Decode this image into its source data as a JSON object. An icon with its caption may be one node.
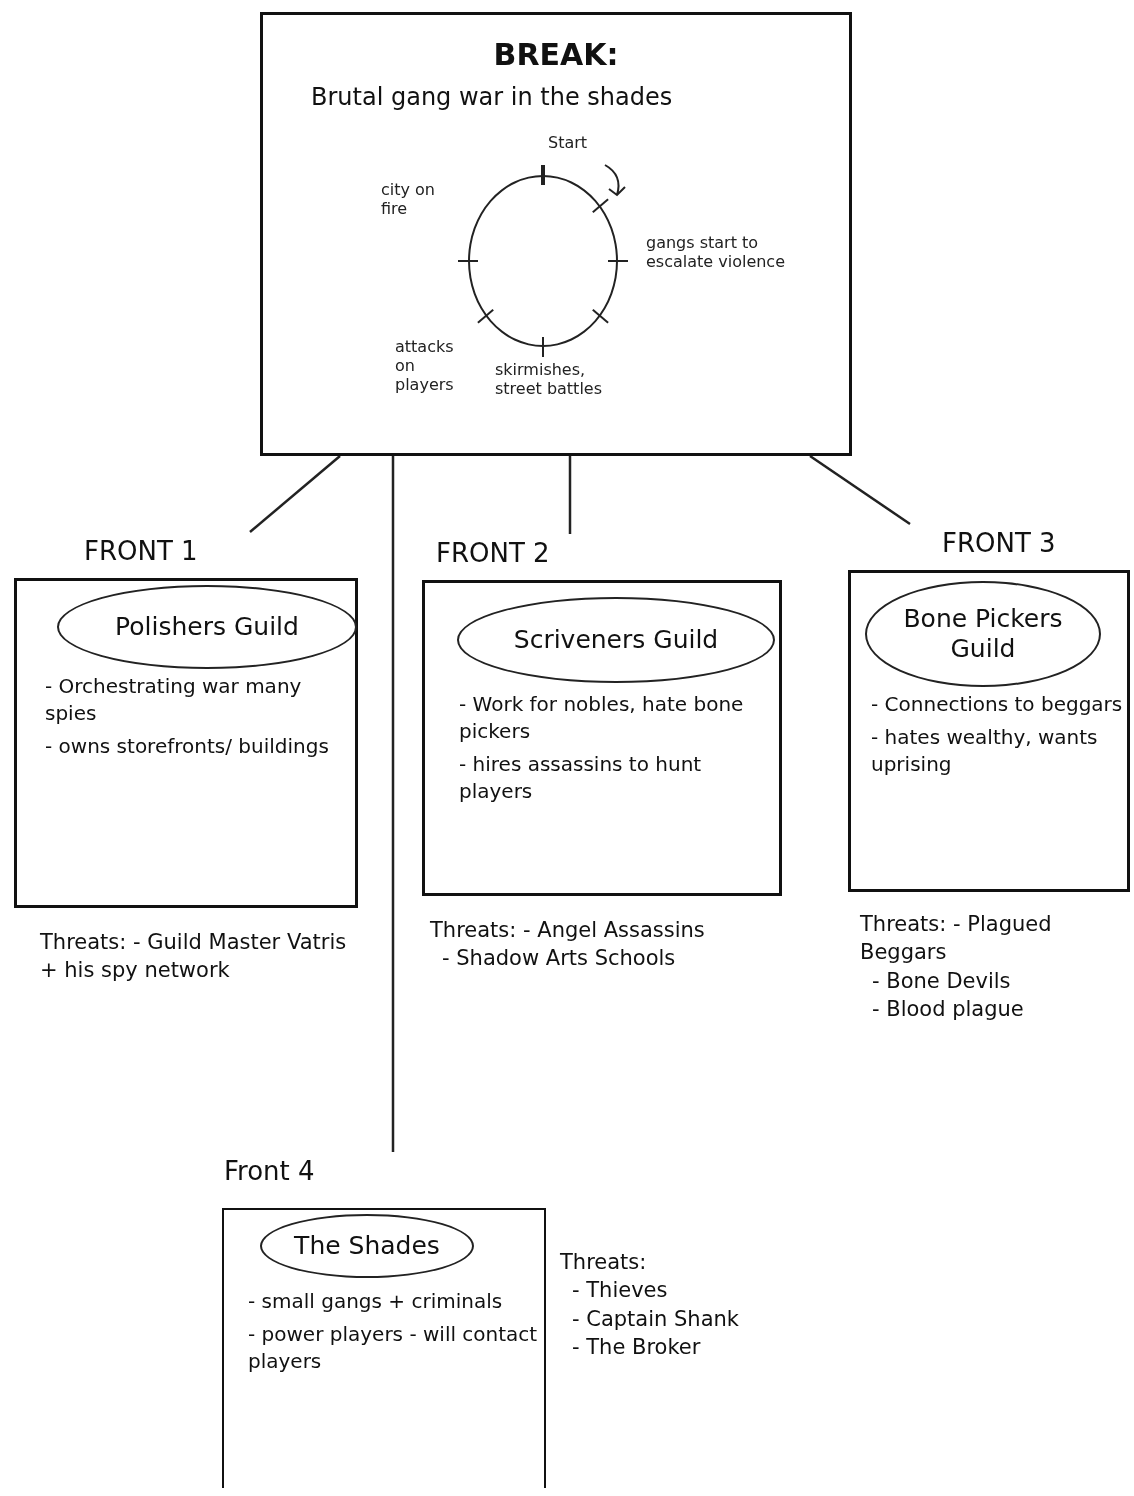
{
  "diagram": {
    "nodes": [
      {
        "text": [
          "BREAK:",
          "Brutal gang war in the shades"
        ]
      },
      {
        "text": [],
        "shape": "circle",
        "in": 0,
        "beside": [
          "Start",
          "city on fire",
          "gangs start to escalate violence",
          "attacks on players",
          "skirmishes, street battles"
        ]
      },
      {
        "text": [
          "FRONT 1",
          "- Orchestrating war many spies",
          "- owns storefronts/ buildings"
        ],
        "beside": [
          "Threats: - Guild Master Vatris + his spy network"
        ]
      },
      {
        "text": [
          "Polishers Guild"
        ],
        "in": 2
      },
      {
        "text": [
          "FRONT 2",
          "- Work for nobles, hate bone pickers",
          "- hires assassins to hunt players"
        ],
        "beside": [
          "Threats: - Angel Assassins",
          "- Shadow Arts Schools"
        ]
      },
      {
        "text": [
          "Scriveners Guild"
        ],
        "in": 4
      },
      {
        "text": [
          "FRONT 3",
          "- Connections to beggars",
          "- hates wealthy, wants uprising"
        ],
        "beside": [
          "Threats: - Plagued Beggars",
          "- Bone Devils",
          "- Blood plague"
        ]
      },
      {
        "text": [
          "Bone Pickers Guild"
        ],
        "in": 6
      },
      {
        "text": [
          "Front 4",
          "- small gangs + criminals",
          "- power players - will contact players"
        ],
        "beside": [
          "Threats:",
          "- Thieves",
          "- Captain Shank",
          "- The Broker"
        ]
      },
      {
        "text": [
          "The Shades"
        ],
        "in": 8
      }
    ],
    "edges": [
      {
        "from": 0,
        "to": 2,
        "arrow": "none"
      },
      {
        "from": 0,
        "to": 4,
        "arrow": "none"
      },
      {
        "from": 0,
        "to": 6,
        "arrow": "none"
      },
      {
        "from": 0,
        "to": 8,
        "arrow": "none"
      }
    ]
  }
}
